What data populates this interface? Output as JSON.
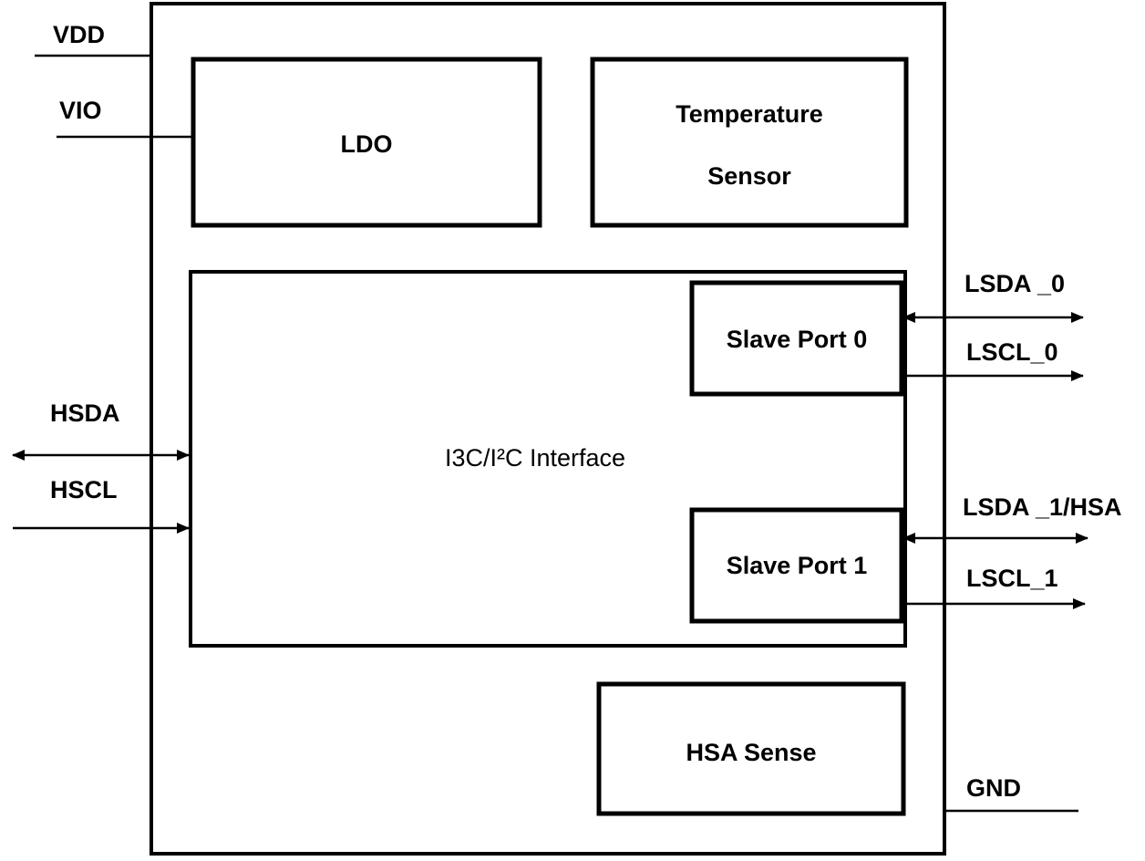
{
  "blocks": {
    "ldo": "LDO",
    "temp_line1": "Temperature",
    "temp_line2": "Sensor",
    "interface": "I3C/I²C Interface",
    "slave_port_0": "Slave Port 0",
    "slave_port_1": "Slave Port 1",
    "hsa_sense": "HSA Sense"
  },
  "pins": {
    "vdd": "VDD",
    "vio": "VIO",
    "hsda": "HSDA",
    "hscl": "HSCL",
    "lsda_0": "LSDA _0",
    "lscl_0": "LSCL_0",
    "lsda_1": "LSDA _1/HSA",
    "lscl_1": "LSCL_1",
    "gnd": "GND"
  }
}
